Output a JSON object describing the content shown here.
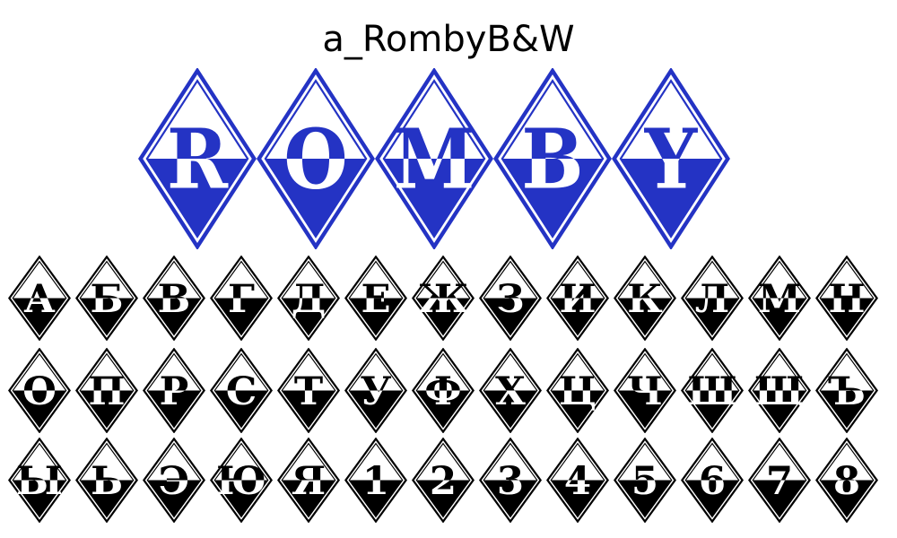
{
  "title": "a_RombyB&W",
  "colors": {
    "accent_blue": "#2433c4",
    "glyph_black": "#000000",
    "background": "#ffffff",
    "counter_white": "#ffffff"
  },
  "preview": {
    "letters": [
      "R",
      "O",
      "M",
      "B",
      "Y"
    ]
  },
  "glyph_rows": [
    {
      "letters": [
        "А",
        "Б",
        "В",
        "Г",
        "Д",
        "Е",
        "Ж",
        "З",
        "И",
        "К",
        "Л",
        "М",
        "Н"
      ]
    },
    {
      "letters": [
        "О",
        "П",
        "Р",
        "С",
        "Т",
        "У",
        "Ф",
        "Х",
        "Ц",
        "Ч",
        "Ш",
        "Щ",
        "Ъ"
      ]
    },
    {
      "letters": [
        "Ы",
        "Ь",
        "Э",
        "Ю",
        "Я",
        "1",
        "2",
        "3",
        "4",
        "5",
        "6",
        "7",
        "8"
      ]
    }
  ]
}
